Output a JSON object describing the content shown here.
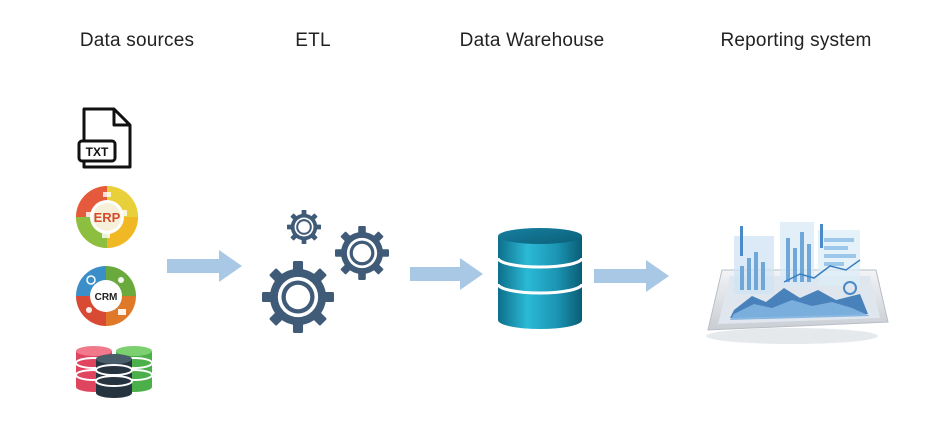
{
  "titles": {
    "sources": "Data sources",
    "etl": "ETL",
    "warehouse": "Data Warehouse",
    "reporting": "Reporting system"
  },
  "icons": {
    "txt_label": "TXT",
    "erp_label": "ERP",
    "crm_label": "CRM"
  },
  "colors": {
    "arrow": "#a9c8e6",
    "gear": "#3f5b78",
    "warehouse": "#1a9cba"
  }
}
